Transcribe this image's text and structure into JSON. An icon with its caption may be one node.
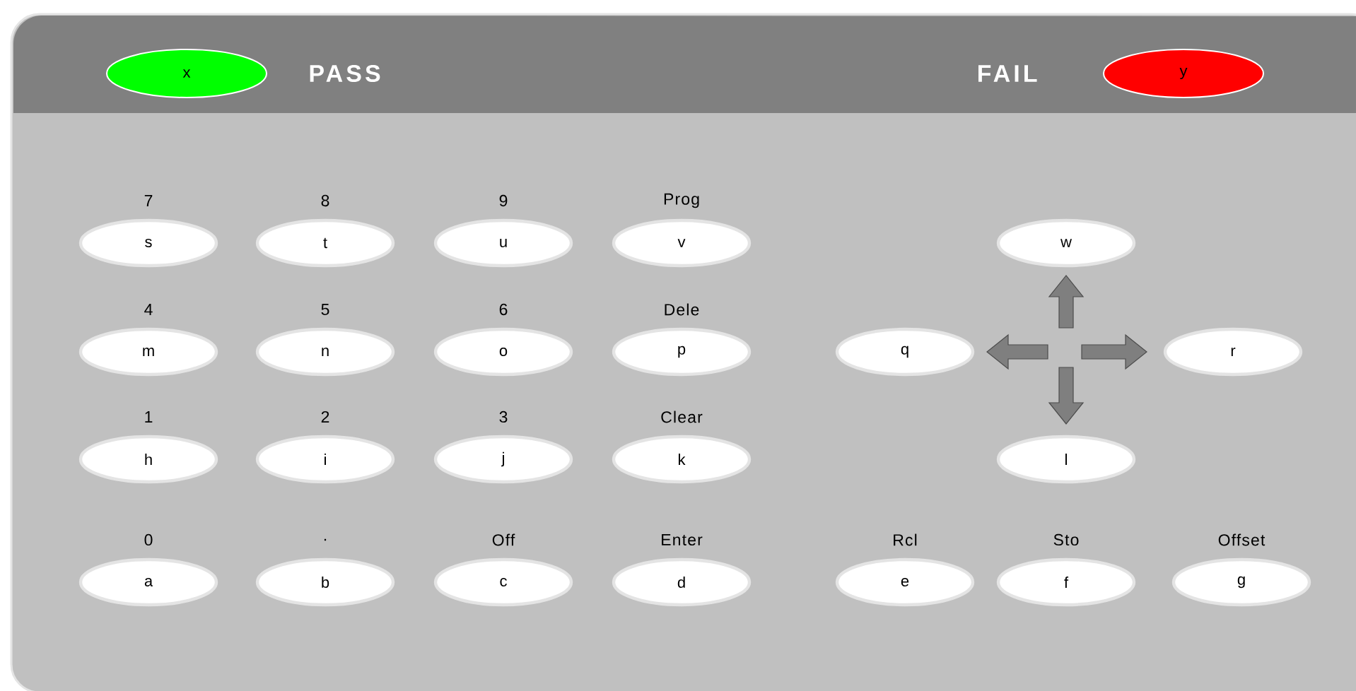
{
  "diagram": {
    "nodes": [
      {
        "text": [
          "x"
        ]
      },
      {
        "text": [
          "y"
        ]
      },
      {
        "text": [
          "s"
        ],
        "beside": [
          "7"
        ]
      },
      {
        "text": [
          "t"
        ],
        "beside": [
          "8"
        ]
      },
      {
        "text": [
          "u"
        ],
        "beside": [
          "9"
        ]
      },
      {
        "text": [
          "v"
        ],
        "beside": [
          "Prog"
        ]
      },
      {
        "text": [
          "w"
        ]
      },
      {
        "text": [
          "m"
        ],
        "beside": [
          "4"
        ]
      },
      {
        "text": [
          "n"
        ],
        "beside": [
          "5"
        ]
      },
      {
        "text": [
          "o"
        ],
        "beside": [
          "6"
        ]
      },
      {
        "text": [
          "p"
        ],
        "beside": [
          "Dele"
        ]
      },
      {
        "text": [
          "q"
        ]
      },
      {
        "text": [
          "r"
        ]
      },
      {
        "text": [
          "h"
        ],
        "beside": [
          "1"
        ]
      },
      {
        "text": [
          "i"
        ],
        "beside": [
          "2"
        ]
      },
      {
        "text": [
          "j"
        ],
        "beside": [
          "3"
        ]
      },
      {
        "text": [
          "k"
        ],
        "beside": [
          "Clear"
        ]
      },
      {
        "text": [
          "l"
        ]
      },
      {
        "text": [
          "a"
        ],
        "beside": [
          "0"
        ]
      },
      {
        "text": [
          "b"
        ],
        "beside": [
          "."
        ]
      },
      {
        "text": [
          "c"
        ],
        "beside": [
          "Off"
        ]
      },
      {
        "text": [
          "d"
        ],
        "beside": [
          "Enter"
        ]
      },
      {
        "text": [
          "e"
        ],
        "beside": [
          "Rcl"
        ]
      },
      {
        "text": [
          "f"
        ],
        "beside": [
          "Sto"
        ]
      },
      {
        "text": [
          "g"
        ],
        "beside": [
          "Offset"
        ]
      }
    ],
    "labels": [
      "PASS",
      "FAIL"
    ]
  }
}
